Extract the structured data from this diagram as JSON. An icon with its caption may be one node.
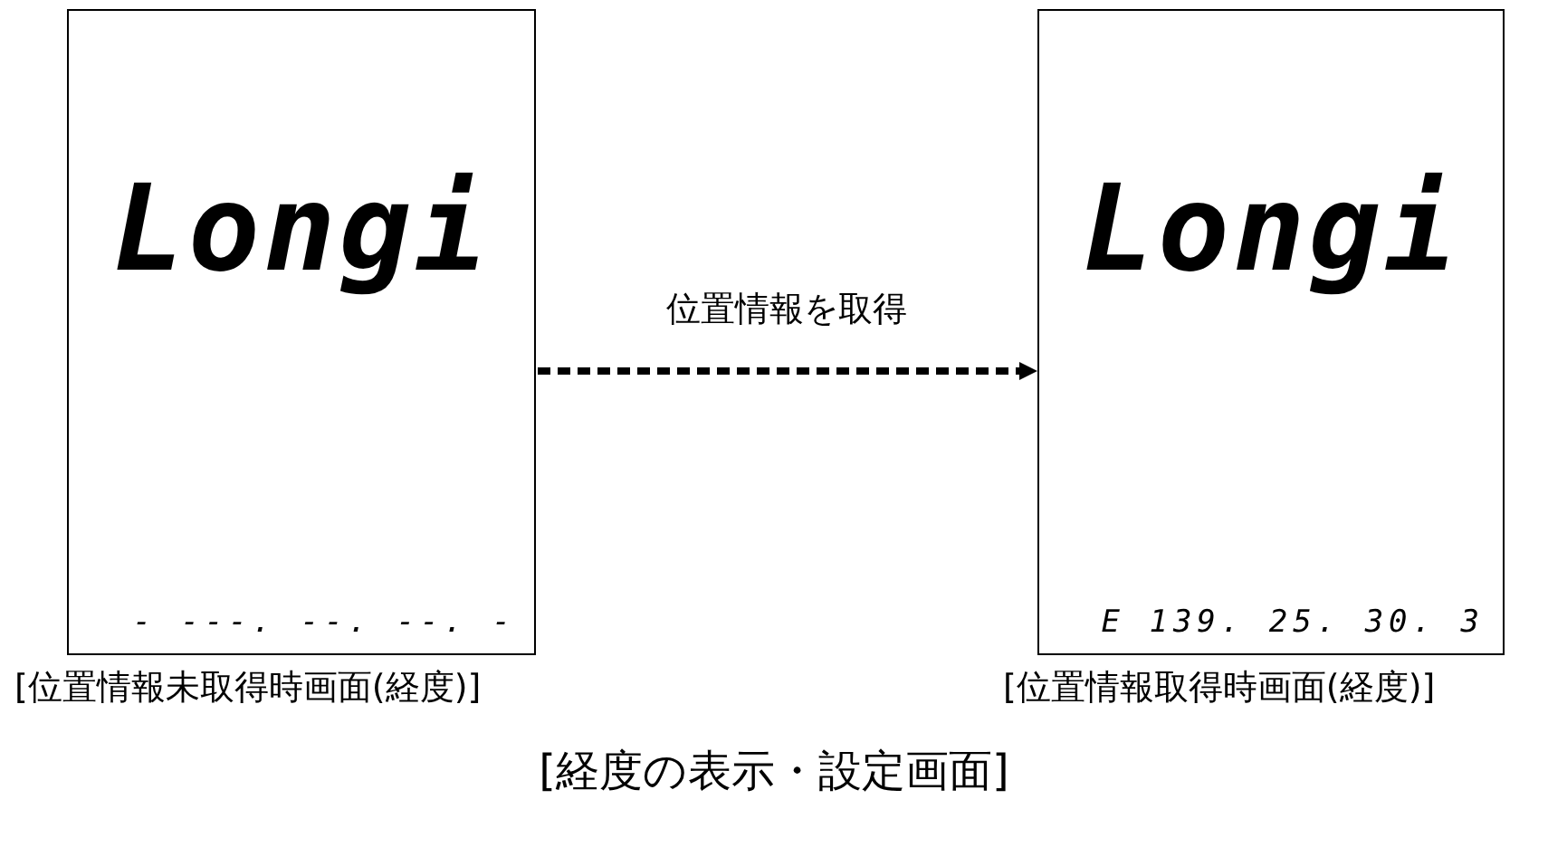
{
  "diagram": {
    "caption": "[経度の表示・設定画面]",
    "nodes": [
      {
        "text": [
          "Longi",
          "- ---. --. --. -"
        ],
        "beside": [
          "[位置情報未取得時画面(経度)]"
        ]
      },
      {
        "text": [
          "Longi",
          "E 139. 25. 30. 3"
        ],
        "beside": [
          "[位置情報取得時画面(経度)]"
        ]
      }
    ],
    "edges": [
      {
        "from": 0,
        "to": 1,
        "arrow": "to",
        "style": "dashed",
        "label": "位置情報を取得"
      }
    ]
  }
}
